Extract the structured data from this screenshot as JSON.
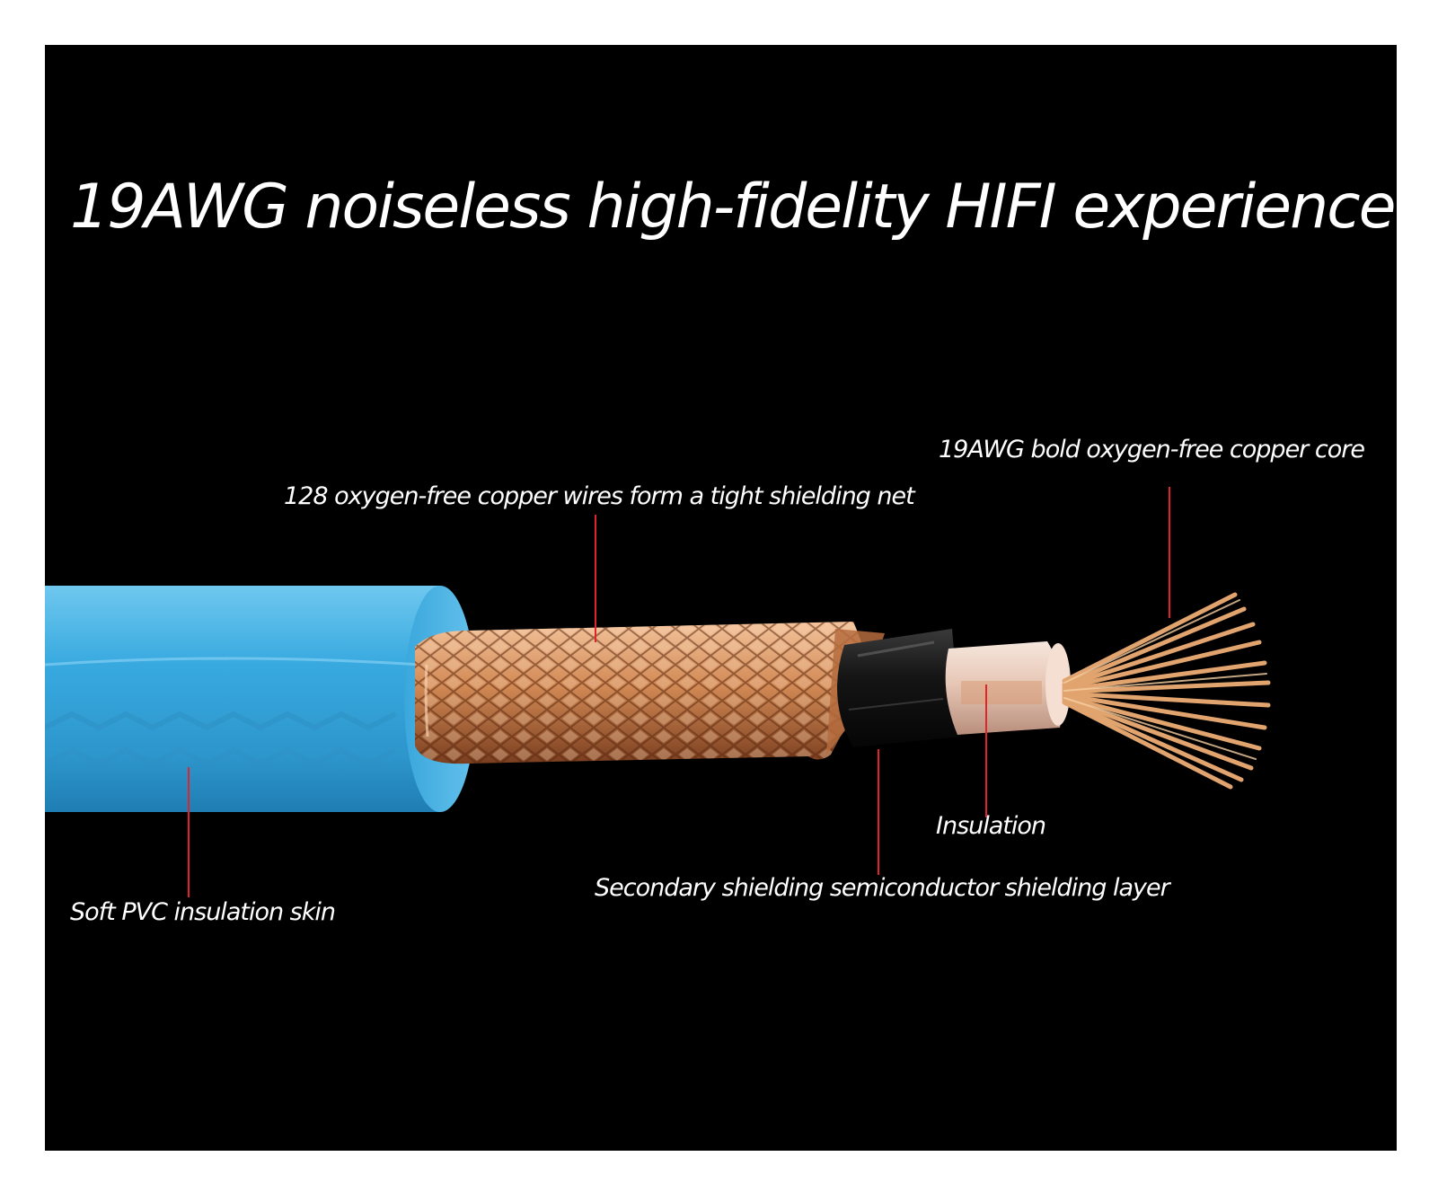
{
  "headline": "19AWG noiseless high-fidelity HIFI experience",
  "callouts": {
    "core": "19AWG bold oxygen-free copper core",
    "braid": "128 oxygen-free copper wires form a tight shielding net",
    "insulation": "Insulation",
    "secondary_shield": "Secondary shielding semiconductor shielding layer",
    "jacket": "Soft PVC insulation skin"
  },
  "colors": {
    "background": "#000000",
    "frame": "#ffffff",
    "text": "#ffffff",
    "leader_line": "#e0242c",
    "pvc_jacket": "#38a9df",
    "copper": "#d28a55",
    "semiconductor_layer": "#151515",
    "insulation": "#e7c7b6"
  }
}
